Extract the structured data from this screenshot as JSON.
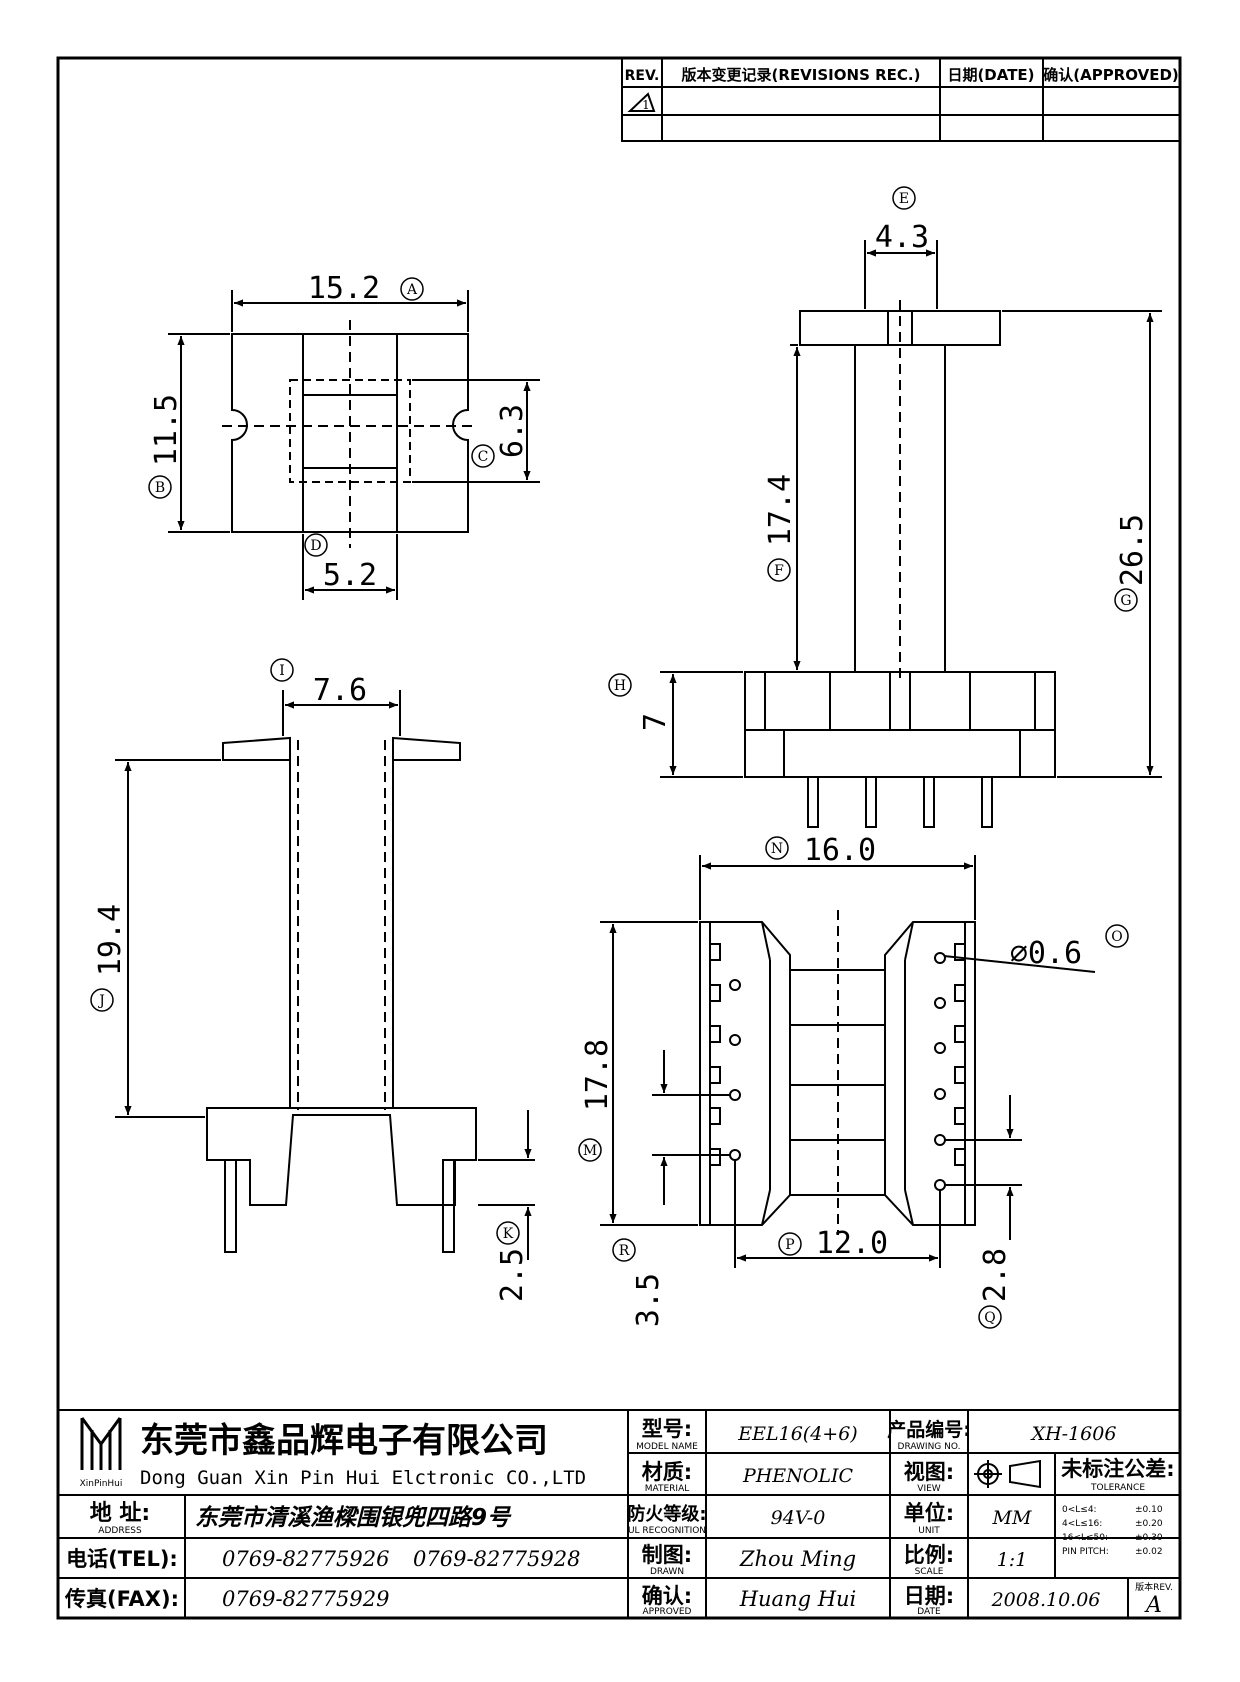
{
  "revision_table": {
    "rev_header": "REV.",
    "record_header": "版本变更记录(REVISIONS REC.)",
    "date_header": "日期(DATE)",
    "approved_header": "确认(APPROVED)",
    "rev_symbol": "1"
  },
  "dimensions": {
    "A": {
      "letter": "A",
      "value": "15.2"
    },
    "B": {
      "letter": "B",
      "value": "11.5"
    },
    "C": {
      "letter": "C",
      "value": "6.3"
    },
    "D": {
      "letter": "D",
      "value": "5.2"
    },
    "E": {
      "letter": "E",
      "value": "4.3"
    },
    "F": {
      "letter": "F",
      "value": "17.4"
    },
    "G": {
      "letter": "G",
      "value": "26.5"
    },
    "H": {
      "letter": "H",
      "value": "7"
    },
    "I": {
      "letter": "I",
      "value": "7.6"
    },
    "J": {
      "letter": "J",
      "value": "19.4"
    },
    "K": {
      "letter": "K",
      "value": "2.5"
    },
    "M": {
      "letter": "M",
      "value": "17.8"
    },
    "N": {
      "letter": "N",
      "value": "16.0"
    },
    "O": {
      "letter": "O",
      "value": "⌀0.6"
    },
    "P": {
      "letter": "P",
      "value": "12.0"
    },
    "Q": {
      "letter": "Q",
      "value": "2.8"
    },
    "R": {
      "letter": "R",
      "value": "3.5"
    }
  },
  "title_block": {
    "logo_text": "XinPinHui",
    "company_cn": "东莞市鑫品辉电子有限公司",
    "company_en": "Dong Guan Xin Pin Hui Elctronic CO.,LTD",
    "address_label_cn": "地 址:",
    "address_label_en": "ADDRESS",
    "address_value": "东莞市清溪渔樑围银兜四路9号",
    "tel_label": "电话(TEL):",
    "tel_1": "0769-82775926",
    "tel_2": "0769-82775928",
    "fax_label": "传真(FAX):",
    "fax_value": "0769-82775929",
    "model_label_cn": "型号:",
    "model_label_en": "MODEL NAME",
    "model_value": "EEL16(4+6)",
    "material_label_cn": "材质:",
    "material_label_en": "MATERIAL",
    "material_value": "PHENOLIC",
    "ul_label_cn": "防火等级:",
    "ul_label_en": "UL RECOGNITION",
    "ul_value": "94V-0",
    "drawn_label_cn": "制图:",
    "drawn_label_en": "DRAWN",
    "drawn_value": "Zhou Ming",
    "approved_label_cn": "确认:",
    "approved_label_en": "APPROVED",
    "approved_value": "Huang Hui",
    "drawing_no_label_cn": "产品编号:",
    "drawing_no_label_en": "DRAWING NO.",
    "drawing_no_value": "XH-1606",
    "view_label_cn": "视图:",
    "view_label_en": "VIEW",
    "unit_label_cn": "单位:",
    "unit_label_en": "UNIT",
    "unit_value": "MM",
    "scale_label_cn": "比例:",
    "scale_label_en": "SCALE",
    "scale_value": "1:1",
    "date_label_cn": "日期:",
    "date_label_en": "DATE",
    "date_value": "2008.10.06",
    "tolerance_label_cn": "未标注公差:",
    "tolerance_label_en": "TOLERANCE",
    "tolerance_rows": [
      {
        "range": "0<L≤4:",
        "value": "±0.10"
      },
      {
        "range": "4<L≤16:",
        "value": "±0.20"
      },
      {
        "range": "16<L≤50:",
        "value": "±0.30"
      },
      {
        "range": "PIN PITCH:",
        "value": "±0.02"
      }
    ],
    "rev_label": "版本REV.",
    "rev_value": "A"
  }
}
